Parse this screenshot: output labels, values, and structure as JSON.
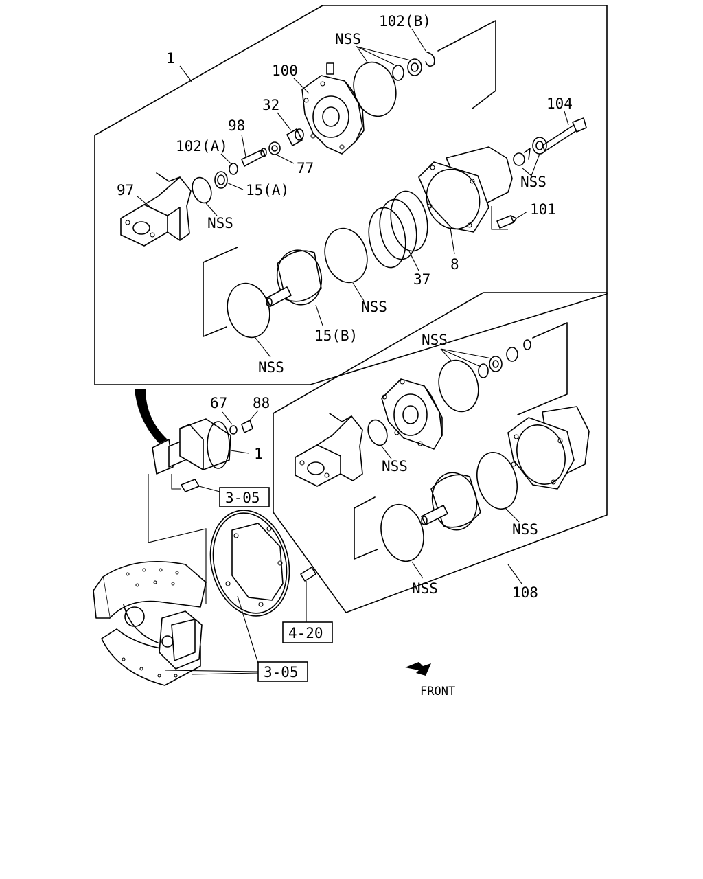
{
  "callouts": {
    "c1_top": "1",
    "c102b": "102(B)",
    "cnss_top": "NSS",
    "c100": "100",
    "c104": "104",
    "c32": "32",
    "c98": "98",
    "c102a": "102(A)",
    "c77": "77",
    "cnss_nut": "NSS",
    "c15a": "15(A)",
    "c97": "97",
    "cnss_ring": "NSS",
    "c101": "101",
    "c8": "8",
    "c37": "37",
    "cnss_mid": "NSS",
    "c15b": "15(B)",
    "cnss_low": "NSS",
    "c67": "67",
    "c88": "88",
    "c1_mid": "1",
    "cnss_r1": "NSS",
    "cnss_r2": "NSS",
    "cnss_r3": "NSS",
    "cnss_r4": "NSS",
    "c108": "108"
  },
  "refs": {
    "ref_305_a": "3-05",
    "ref_420": "4-20",
    "ref_305_b": "3-05"
  },
  "front_label": "FRONT"
}
